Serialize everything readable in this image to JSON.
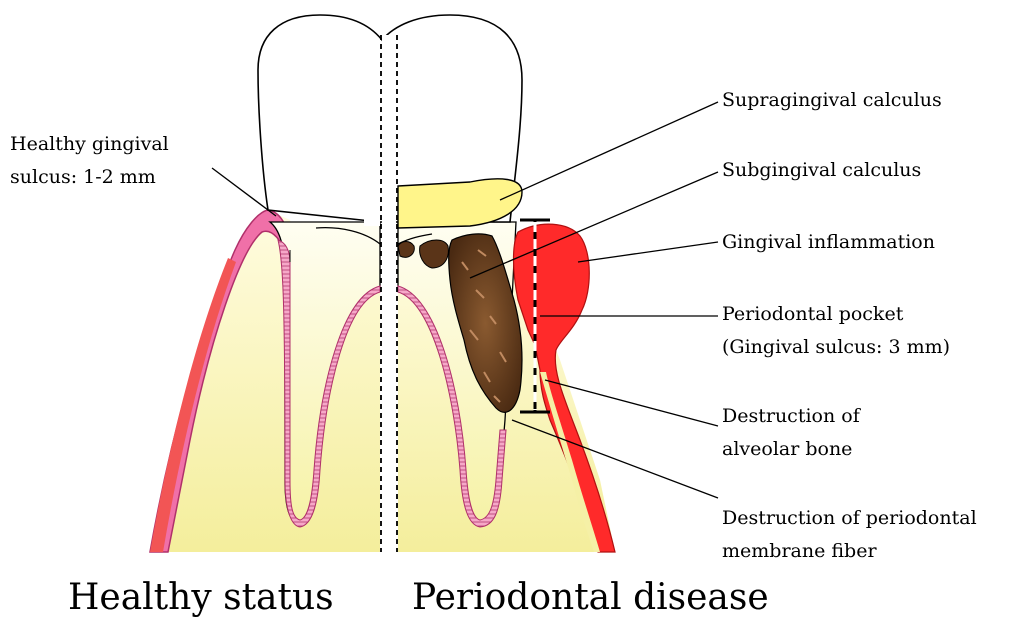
{
  "labels": {
    "healthy_sulcus": [
      "Healthy gingival",
      "sulcus: 1-2 mm"
    ],
    "supragingival": "Supragingival calculus",
    "subgingival": "Subgingival calculus",
    "inflammation": "Gingival inflammation",
    "pocket": [
      "Periodontal pocket",
      "(Gingival sulcus: 3 mm)"
    ],
    "bone": [
      "Destruction of",
      "alveolar bone"
    ],
    "fiber": [
      "Destruction of periodontal",
      "membrane fiber"
    ]
  },
  "captions": {
    "healthy": "Healthy status",
    "disease": "Periodontal disease"
  },
  "colors": {
    "enamel": "#ffffff",
    "root_gradient_top": "#fffde8",
    "root_gradient_bottom": "#f5f0a0",
    "gum_pink": "#f08cb4",
    "gum_red": "#ff2a2a",
    "ligament_pink": "#f4a6c8",
    "supra_calculus": "#fff68f",
    "sub_calculus": "#5a3418"
  }
}
